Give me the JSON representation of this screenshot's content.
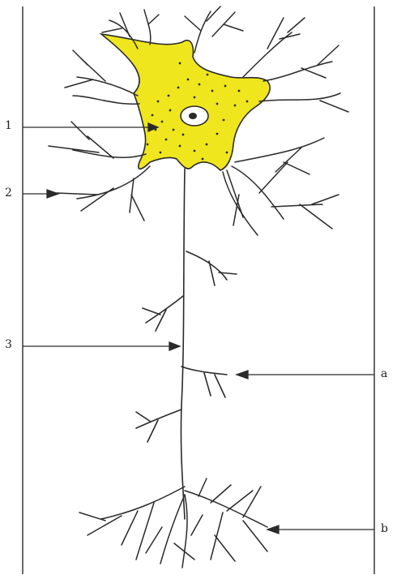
{
  "labels": {
    "l1": "1",
    "l2": "2",
    "l3": "3",
    "la": "a",
    "lb": "b"
  },
  "colors": {
    "cell_body": "#f0e61e",
    "ink": "#2a2a2a",
    "background": "#ffffff"
  }
}
